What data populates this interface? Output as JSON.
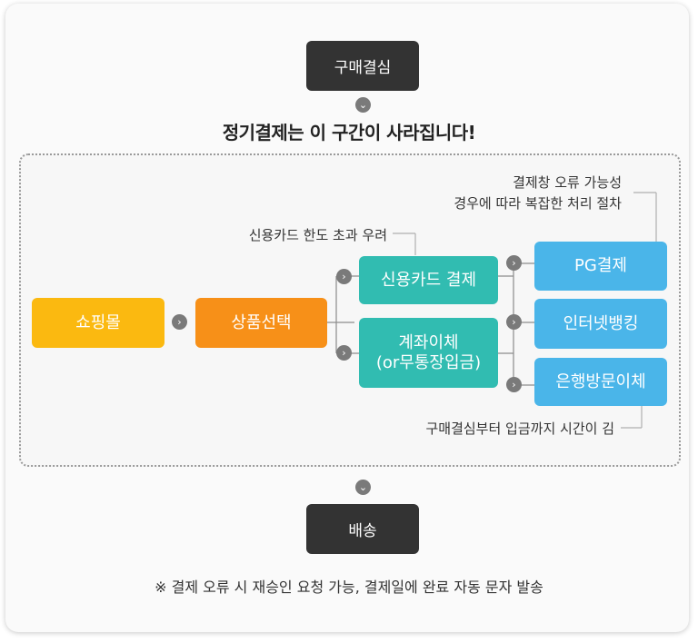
{
  "top_step": "구매결심",
  "headline": "정기결제는 이 구간이 사라집니다!",
  "flow": {
    "shop": "쇼핑몰",
    "product": "상품선택",
    "credit_card": "신용카드 결제",
    "transfer_line1": "계좌이체",
    "transfer_line2": "(or무통장입금)",
    "pg": "PG결제",
    "internet_banking": "인터넷뱅킹",
    "bank_visit": "은행방문이체"
  },
  "notes": {
    "pg_error_line1": "결제창 오류 가능성",
    "pg_error_line2": "경우에 따라 복잡한 처리 절차",
    "card_limit": "신용카드 한도 초과 우려",
    "time_delay": "구매결심부터 입금까지 시간이 김"
  },
  "bottom_step": "배송",
  "footer": "※ 결제 오류 시 재승인 요청 가능, 결제일에 완료 자동 문자 발송",
  "colors": {
    "shop": "#fbb910",
    "product": "#f79018",
    "payment": "#31bcb1",
    "method": "#4ab5e9",
    "dark": "#333333"
  },
  "icons": {
    "chevron": "chevron-right-icon",
    "chevron_down": "chevron-down-icon"
  }
}
